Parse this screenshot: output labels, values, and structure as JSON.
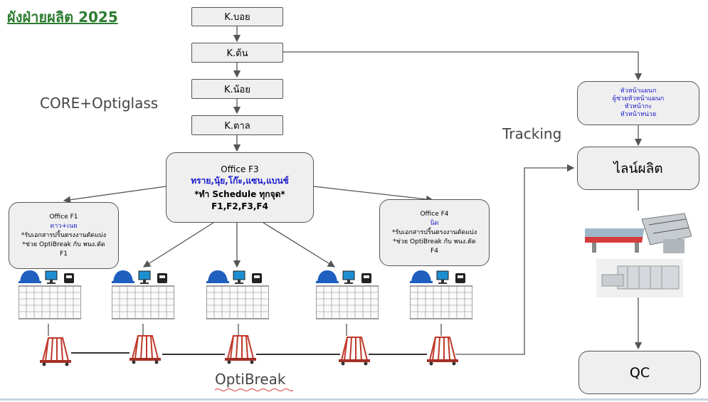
{
  "title": "ผังฝ่ายผลิต 2025",
  "labels": {
    "core": "CORE+Optiglass",
    "tracking": "Tracking",
    "optibreak": "OptiBreak"
  },
  "hierarchy": [
    "K.บอย",
    "K.ต้น",
    "K.น้อย",
    "K.ตาล"
  ],
  "office_f3": {
    "name": "Office F3",
    "staff": "ทราย,นุ้ย,โก๊ะ,แซน,แบนช์",
    "task": "*ทำ Schedule ทุกจุด*",
    "floors": "F1,F2,F3,F4"
  },
  "office_f1": {
    "name": "Office F1",
    "staff": "ดาว+เนย",
    "task1": "*รับเอกสารปริ้นตรงงานตัดแบ่ง",
    "task2": "*ช่วย OptiBreak กับ พนง.ตัด",
    "floor": "F1"
  },
  "office_f4": {
    "name": "Office F4",
    "staff": "นิด",
    "task1": "*รับเอกสารปริ้นตรงงานตัดแบ่ง",
    "task2": "*ช่วย OptiBreak กับ พนง.ตัด",
    "floor": "F4"
  },
  "supervisors": [
    "หัวหน้าแผนก",
    "ผู้ช่วยหัวหน้าแผนก",
    "หัวหน้ากะ",
    "หัวหน้าหน่วย"
  ],
  "production_line": "ไลน์ผลิต",
  "qc": "QC",
  "colors": {
    "title": "#2e7d32",
    "staff_text": "#1a1acc",
    "box_fill": "#efefef",
    "rack": "#c0392b",
    "helmet": "#1f5fbf"
  }
}
